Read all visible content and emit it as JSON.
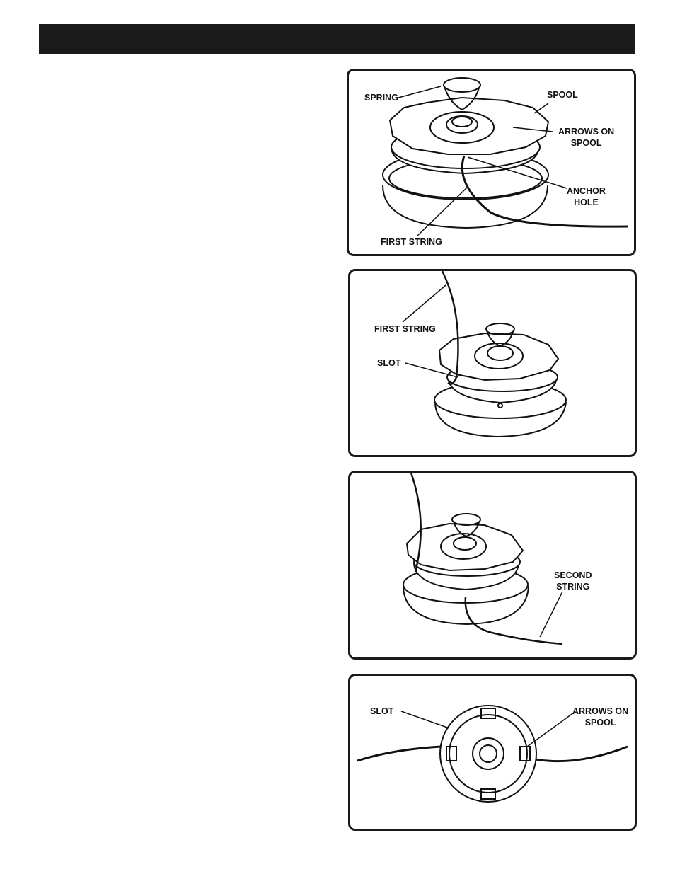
{
  "figures": [
    {
      "labels": {
        "spring": "SPRING",
        "spool": "SPOOL",
        "arrows_line1": "ARROWS ON",
        "arrows_line2": "SPOOL",
        "anchor_line1": "ANCHOR",
        "anchor_line2": "HOLE",
        "first_string": "FIRST STRING"
      }
    },
    {
      "labels": {
        "first_string": "FIRST STRING",
        "slot": "SLOT"
      }
    },
    {
      "labels": {
        "second_line1": "SECOND",
        "second_line2": "STRING"
      }
    },
    {
      "labels": {
        "slot": "SLOT",
        "arrows_line1": "ARROWS ON",
        "arrows_line2": "SPOOL"
      }
    }
  ]
}
